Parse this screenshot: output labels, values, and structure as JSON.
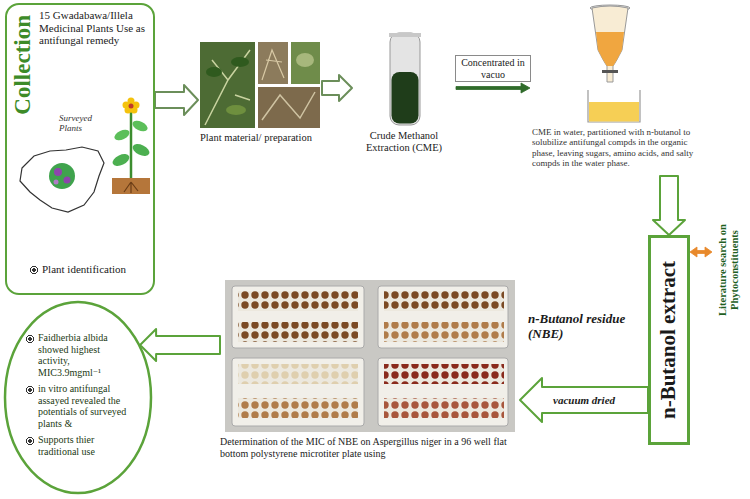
{
  "diagram": {
    "nodes": [
      {
        "text": [
          "Collection",
          "15 Gwadabawa/Illela Medicinal Plants Use as antifungal remedy",
          "Surveyed Plants",
          "Plant identification"
        ]
      },
      {
        "text": [
          "Plant material/ preparation"
        ]
      },
      {
        "text": [
          "Crude Methanol Extraction (CME)"
        ]
      },
      {
        "text": [
          "CME in water, partitioned with n-butanol to solubilize antifungal compds in the organic phase, leaving sugars, amino acids, and salty compds in the water phase."
        ]
      },
      {
        "text": [
          "n-Butanol extract"
        ]
      },
      {
        "text": [
          "Literature search on Phytoconstituents"
        ]
      },
      {
        "text": [
          "Determination of the MIC of NBE on Aspergillus niger in a 96 well flat bottom polystyrene microtiter plate using"
        ]
      },
      {
        "text": [
          "Faidherbia albida showed highest activity, MIC3.9mgml⁻¹",
          "in vitro antifungal assayed revealed the potentials of surveyed plants &",
          "Supports thier traditional use"
        ]
      }
    ],
    "edges": [
      {
        "from": 0,
        "to": 1,
        "arrow": "to"
      },
      {
        "from": 1,
        "to": 2,
        "arrow": "to"
      },
      {
        "from": 2,
        "to": 3,
        "arrow": "to",
        "label": "Concentrated in vacuo"
      },
      {
        "from": 3,
        "to": 4,
        "arrow": "to"
      },
      {
        "from": 4,
        "to": 5,
        "arrow": "both"
      },
      {
        "from": 4,
        "to": 6,
        "arrow": "to",
        "label": "vacuum dried"
      },
      {
        "from": 6,
        "to": 7,
        "arrow": "to"
      }
    ],
    "labels": [
      "n-Butanol residue (NBE)"
    ]
  }
}
